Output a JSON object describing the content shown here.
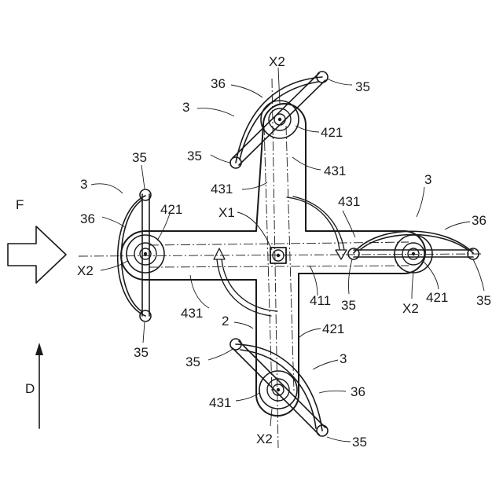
{
  "labels": {
    "x2": "X2",
    "x1": "X1",
    "n3": "3",
    "n35": "35",
    "n36": "36",
    "n421": "421",
    "n431": "431",
    "n411": "411",
    "n2": "2",
    "f": "F",
    "d": "D"
  }
}
